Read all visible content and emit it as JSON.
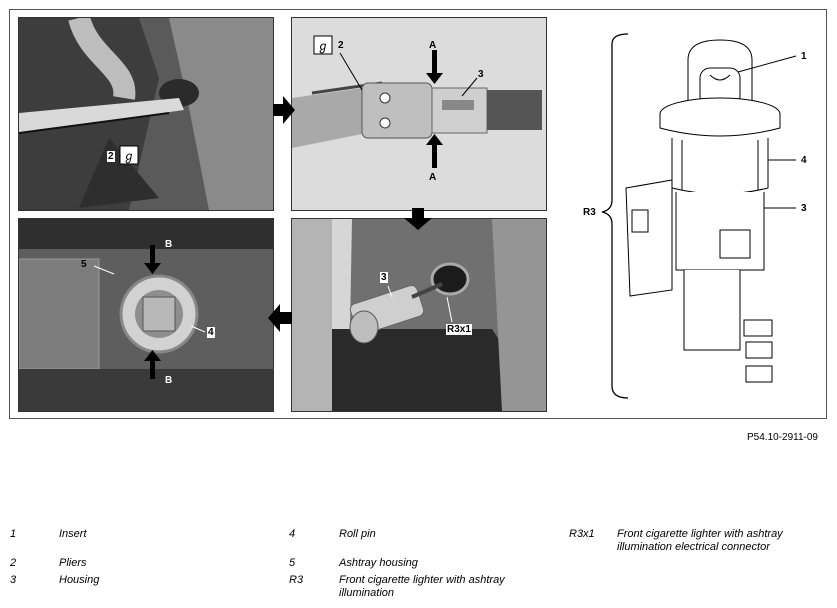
{
  "figure_id": "P54.10-2911-09",
  "callouts": {
    "p1_pliers": "2",
    "p2_pliers": "2",
    "p2_housing": "3",
    "p2_arrow_top": "A",
    "p2_arrow_bottom": "A",
    "p3_ashtray": "5",
    "p3_rollpin": "4",
    "p3_arrow_top": "B",
    "p3_arrow_bottom": "B",
    "p4_housing": "3",
    "p4_connector": "R3x1",
    "d_insert": "1",
    "d_rollpin": "4",
    "d_housing": "3",
    "d_group": "R3"
  },
  "legend": [
    {
      "code": "1",
      "text": "Insert"
    },
    {
      "code": "2",
      "text": "Pliers"
    },
    {
      "code": "3",
      "text": "Housing"
    },
    {
      "code": "4",
      "text": "Roll pin"
    },
    {
      "code": "5",
      "text": "Ashtray housing"
    },
    {
      "code": "R3",
      "text": "Front cigarette lighter with ashtray illumination"
    },
    {
      "code": "R3x1",
      "text": "Front cigarette lighter with ashtray illumination electrical connector"
    }
  ]
}
